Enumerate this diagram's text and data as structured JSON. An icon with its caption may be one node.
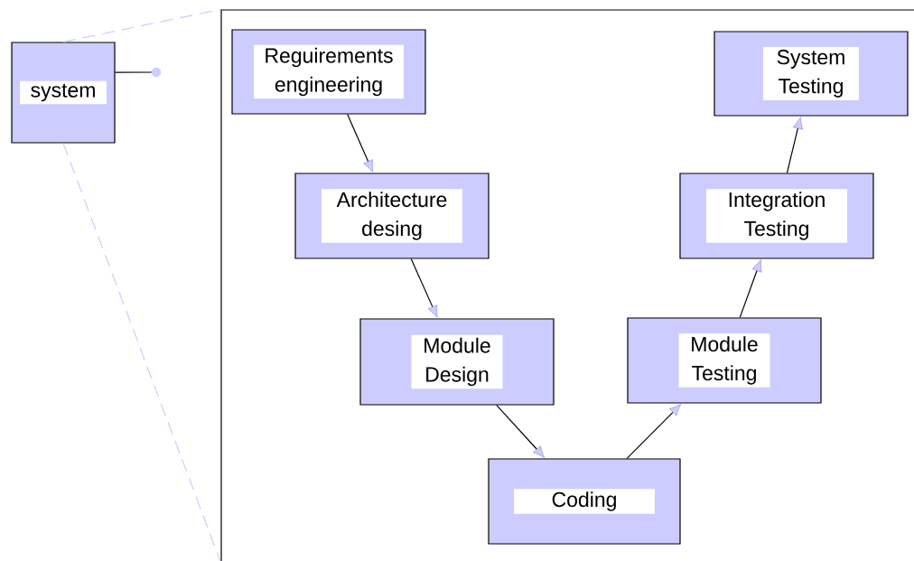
{
  "diagram": {
    "nodes": [
      {
        "text": [
          "system"
        ]
      },
      {
        "text": [],
        "shape": "circle"
      },
      {
        "text": [],
        "shape": "box"
      },
      {
        "text": [
          "Reguirements engineering"
        ],
        "in": 2
      },
      {
        "text": [
          "Architecture desing"
        ],
        "in": 2
      },
      {
        "text": [
          "Module Design"
        ],
        "in": 2
      },
      {
        "text": [
          "Coding"
        ],
        "in": 2
      },
      {
        "text": [
          "Module Testing"
        ],
        "in": 2
      },
      {
        "text": [
          "Integration Testing"
        ],
        "in": 2
      },
      {
        "text": [
          "System Testing"
        ],
        "in": 2
      }
    ],
    "edges": [
      {
        "from": 0,
        "to": 1,
        "arrow": "none"
      },
      {
        "from": 0,
        "to": 2,
        "arrow": "none",
        "style": "dashed",
        "color": "#ccccff"
      },
      {
        "from": 0,
        "to": 2,
        "arrow": "none",
        "style": "dashed",
        "color": "#ccccff"
      },
      {
        "from": 3,
        "to": 4,
        "arrow": "to"
      },
      {
        "from": 4,
        "to": 5,
        "arrow": "to"
      },
      {
        "from": 5,
        "to": 6,
        "arrow": "to"
      },
      {
        "from": 6,
        "to": 7,
        "arrow": "to"
      },
      {
        "from": 7,
        "to": 8,
        "arrow": "to"
      },
      {
        "from": 8,
        "to": 9,
        "arrow": "to"
      }
    ]
  }
}
